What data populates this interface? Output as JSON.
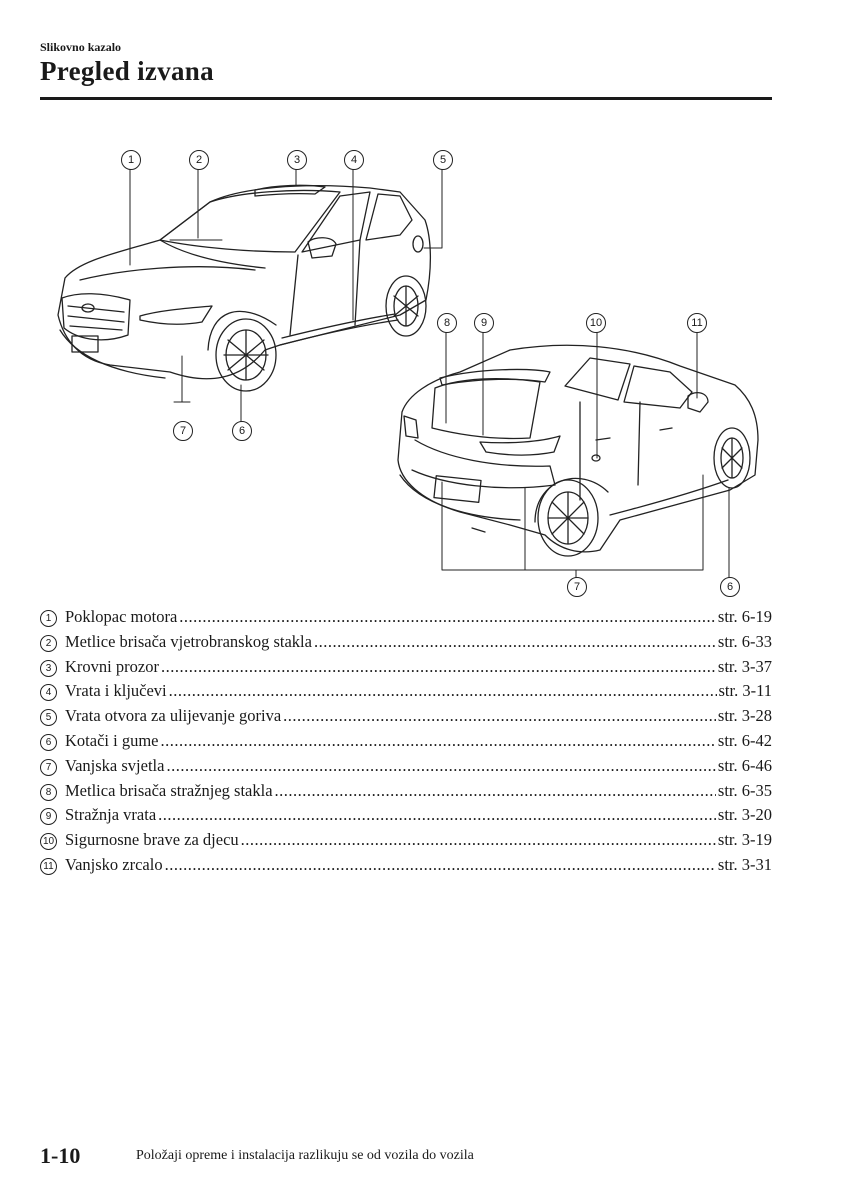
{
  "header": {
    "section_label": "Slikovno kazalo",
    "title": "Pregled izvana"
  },
  "figure": {
    "top_callouts": [
      "1",
      "2",
      "3",
      "4",
      "5"
    ],
    "front_bottom_callouts": [
      "7",
      "6"
    ],
    "rear_top_callouts": [
      "8",
      "9",
      "10",
      "11"
    ],
    "rear_bottom_callouts": [
      "7",
      "6"
    ]
  },
  "index": {
    "items": [
      {
        "num": "1",
        "label": "Poklopac motora",
        "ref": "str. 6-19"
      },
      {
        "num": "2",
        "label": "Metlice brisača vjetrobranskog stakla",
        "ref": "str. 6-33"
      },
      {
        "num": "3",
        "label": "Krovni prozor",
        "ref": "str. 3-37"
      },
      {
        "num": "4",
        "label": "Vrata i ključevi",
        "ref": "str. 3-11"
      },
      {
        "num": "5",
        "label": "Vrata otvora za ulijevanje goriva",
        "ref": "str. 3-28"
      },
      {
        "num": "6",
        "label": "Kotači i gume",
        "ref": "str. 6-42"
      },
      {
        "num": "7",
        "label": "Vanjska svjetla",
        "ref": "str. 6-46"
      },
      {
        "num": "8",
        "label": "Metlica brisača stražnjeg stakla",
        "ref": "str. 6-35"
      },
      {
        "num": "9",
        "label": "Stražnja vrata",
        "ref": "str. 3-20"
      },
      {
        "num": "10",
        "label": "Sigurnosne brave za djecu",
        "ref": "str. 3-19"
      },
      {
        "num": "11",
        "label": "Vanjsko zrcalo",
        "ref": "str. 3-31"
      }
    ]
  },
  "footer": {
    "page_number": "1-10",
    "note": "Položaji opreme i instalacija razlikuju se od vozila do vozila"
  }
}
